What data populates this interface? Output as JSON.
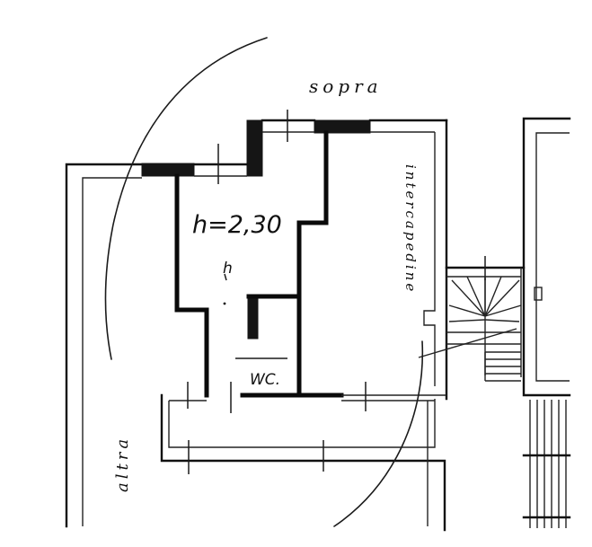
{
  "labels": {
    "sopra": "sopra",
    "height": "h=2,30",
    "h_mark": "h",
    "wc": "WC.",
    "intercapedine": "intercapedine",
    "altra": "altra"
  },
  "colors": {
    "ink": "#111111",
    "paper": "#ffffff"
  }
}
